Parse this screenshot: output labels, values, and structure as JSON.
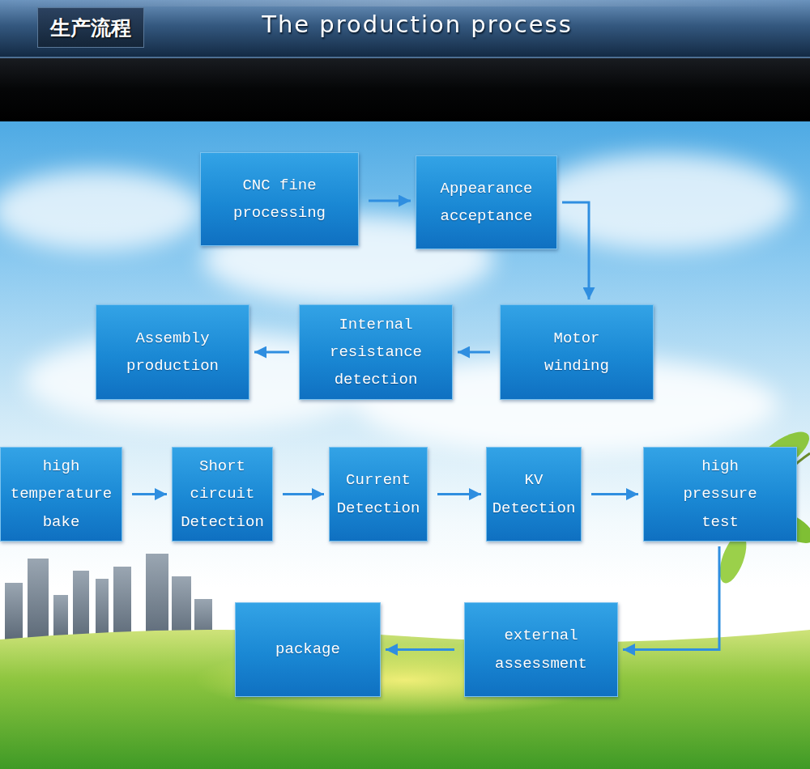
{
  "diagram": {
    "title": "The production process",
    "nodes": [
      {
        "text": [
          "CNC fine processing"
        ]
      },
      {
        "text": [
          "Appearance acceptance"
        ]
      },
      {
        "text": [
          "Assembly production"
        ]
      },
      {
        "text": [
          "Internal resistance detection"
        ]
      },
      {
        "text": [
          "Motor winding"
        ]
      },
      {
        "text": [
          "high temperature bake"
        ]
      },
      {
        "text": [
          "Short circuit Detection"
        ]
      },
      {
        "text": [
          "Current Detection"
        ]
      },
      {
        "text": [
          "KV Detection"
        ]
      },
      {
        "text": [
          "high pressure test"
        ]
      },
      {
        "text": [
          "package"
        ]
      },
      {
        "text": [
          "external assessment"
        ]
      }
    ],
    "edges": [
      {
        "from": 0,
        "to": 1,
        "arrow": "to"
      },
      {
        "from": 1,
        "to": 4,
        "arrow": "to"
      },
      {
        "from": 4,
        "to": 3,
        "arrow": "to"
      },
      {
        "from": 3,
        "to": 2,
        "arrow": "to"
      },
      {
        "from": 5,
        "to": 6,
        "arrow": "to"
      },
      {
        "from": 6,
        "to": 7,
        "arrow": "to"
      },
      {
        "from": 7,
        "to": 8,
        "arrow": "to"
      },
      {
        "from": 8,
        "to": 9,
        "arrow": "to"
      },
      {
        "from": 9,
        "to": 11,
        "arrow": "to"
      },
      {
        "from": 11,
        "to": 10,
        "arrow": "to"
      }
    ],
    "labels": [
      "生产流程"
    ]
  }
}
